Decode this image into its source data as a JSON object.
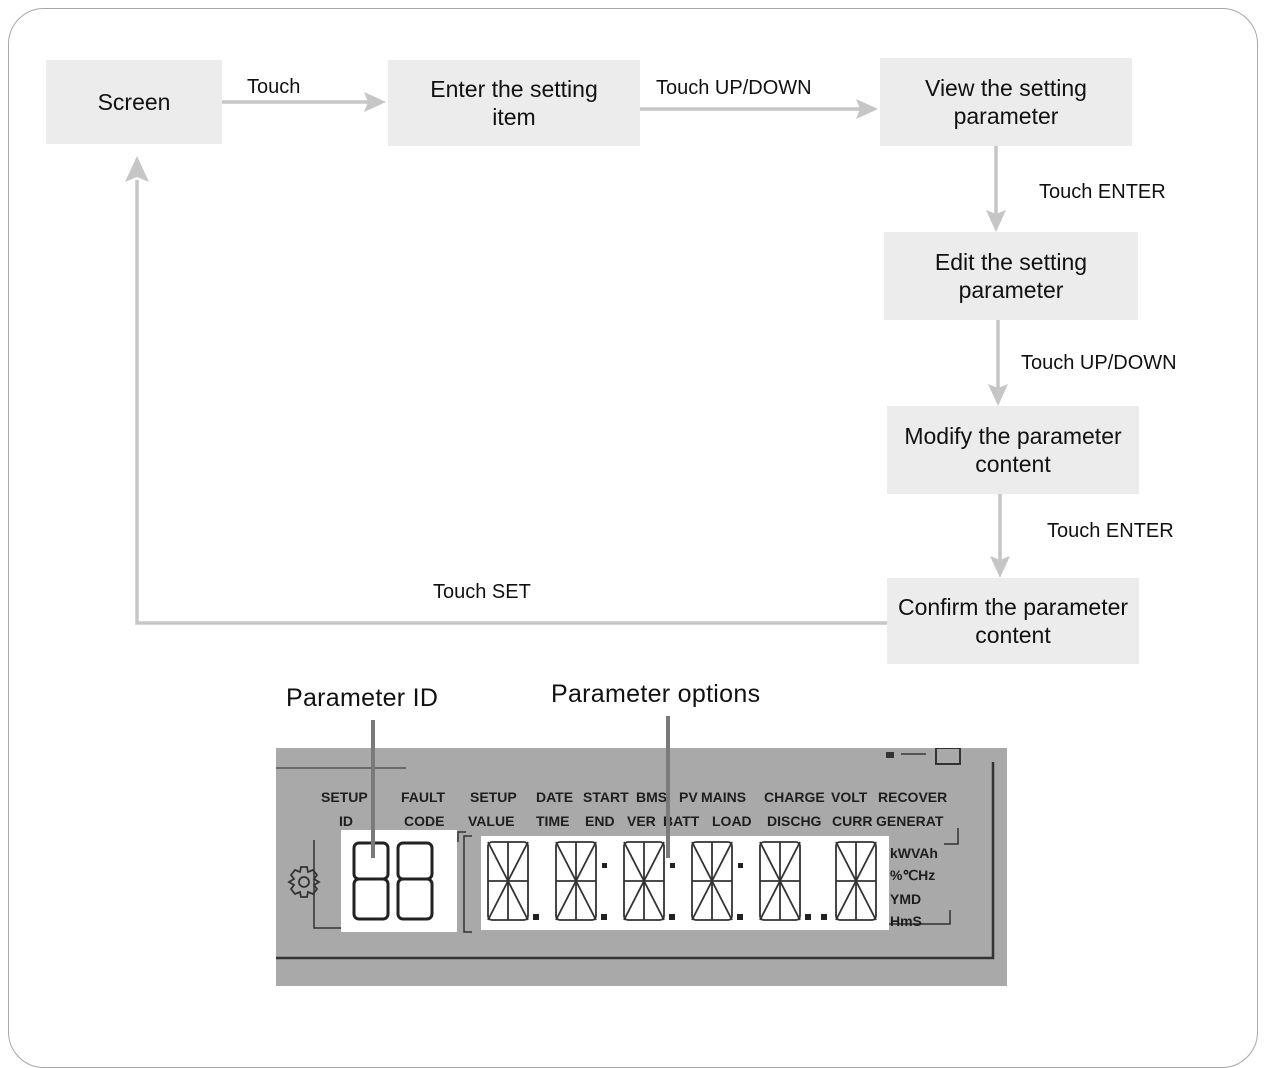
{
  "flow": {
    "screen": "Screen",
    "enter_setting_item": "Enter the setting item",
    "view_setting_parameter": "View the setting parameter",
    "edit_setting_parameter": "Edit the setting parameter",
    "modify_parameter_content": "Modify the parameter content",
    "confirm_parameter_content": "Confirm the parameter content"
  },
  "arrows": {
    "screen_to_enter": "Touch",
    "enter_to_view": "Touch UP/DOWN",
    "view_to_edit": "Touch ENTER",
    "edit_to_modify": "Touch UP/DOWN",
    "modify_to_confirm": "Touch ENTER",
    "confirm_to_screen": "Touch SET"
  },
  "callouts": {
    "parameter_id": "Parameter ID",
    "parameter_options": "Parameter options"
  },
  "lcd": {
    "labels_top": [
      "SETUP",
      "FAULT",
      "SETUP",
      "DATE",
      "START",
      "BMS",
      "PV",
      "MAINS",
      "CHARGE",
      "VOLT",
      "RECOVER"
    ],
    "labels_bottom": [
      "ID",
      "CODE",
      "VALUE",
      "TIME",
      "END",
      "VER",
      "BATT",
      "LOAD",
      "DISCHG",
      "CURR",
      "GENERAT"
    ],
    "units": [
      "kWVAh",
      "%℃Hz",
      "YMD",
      "HmS"
    ],
    "icon": "gear-icon"
  },
  "colors": {
    "box_fill": "#ececec",
    "arrow": "#c6c6c6",
    "callout_line": "#7a7a7a",
    "lcd_bg": "#a9a9a9"
  }
}
